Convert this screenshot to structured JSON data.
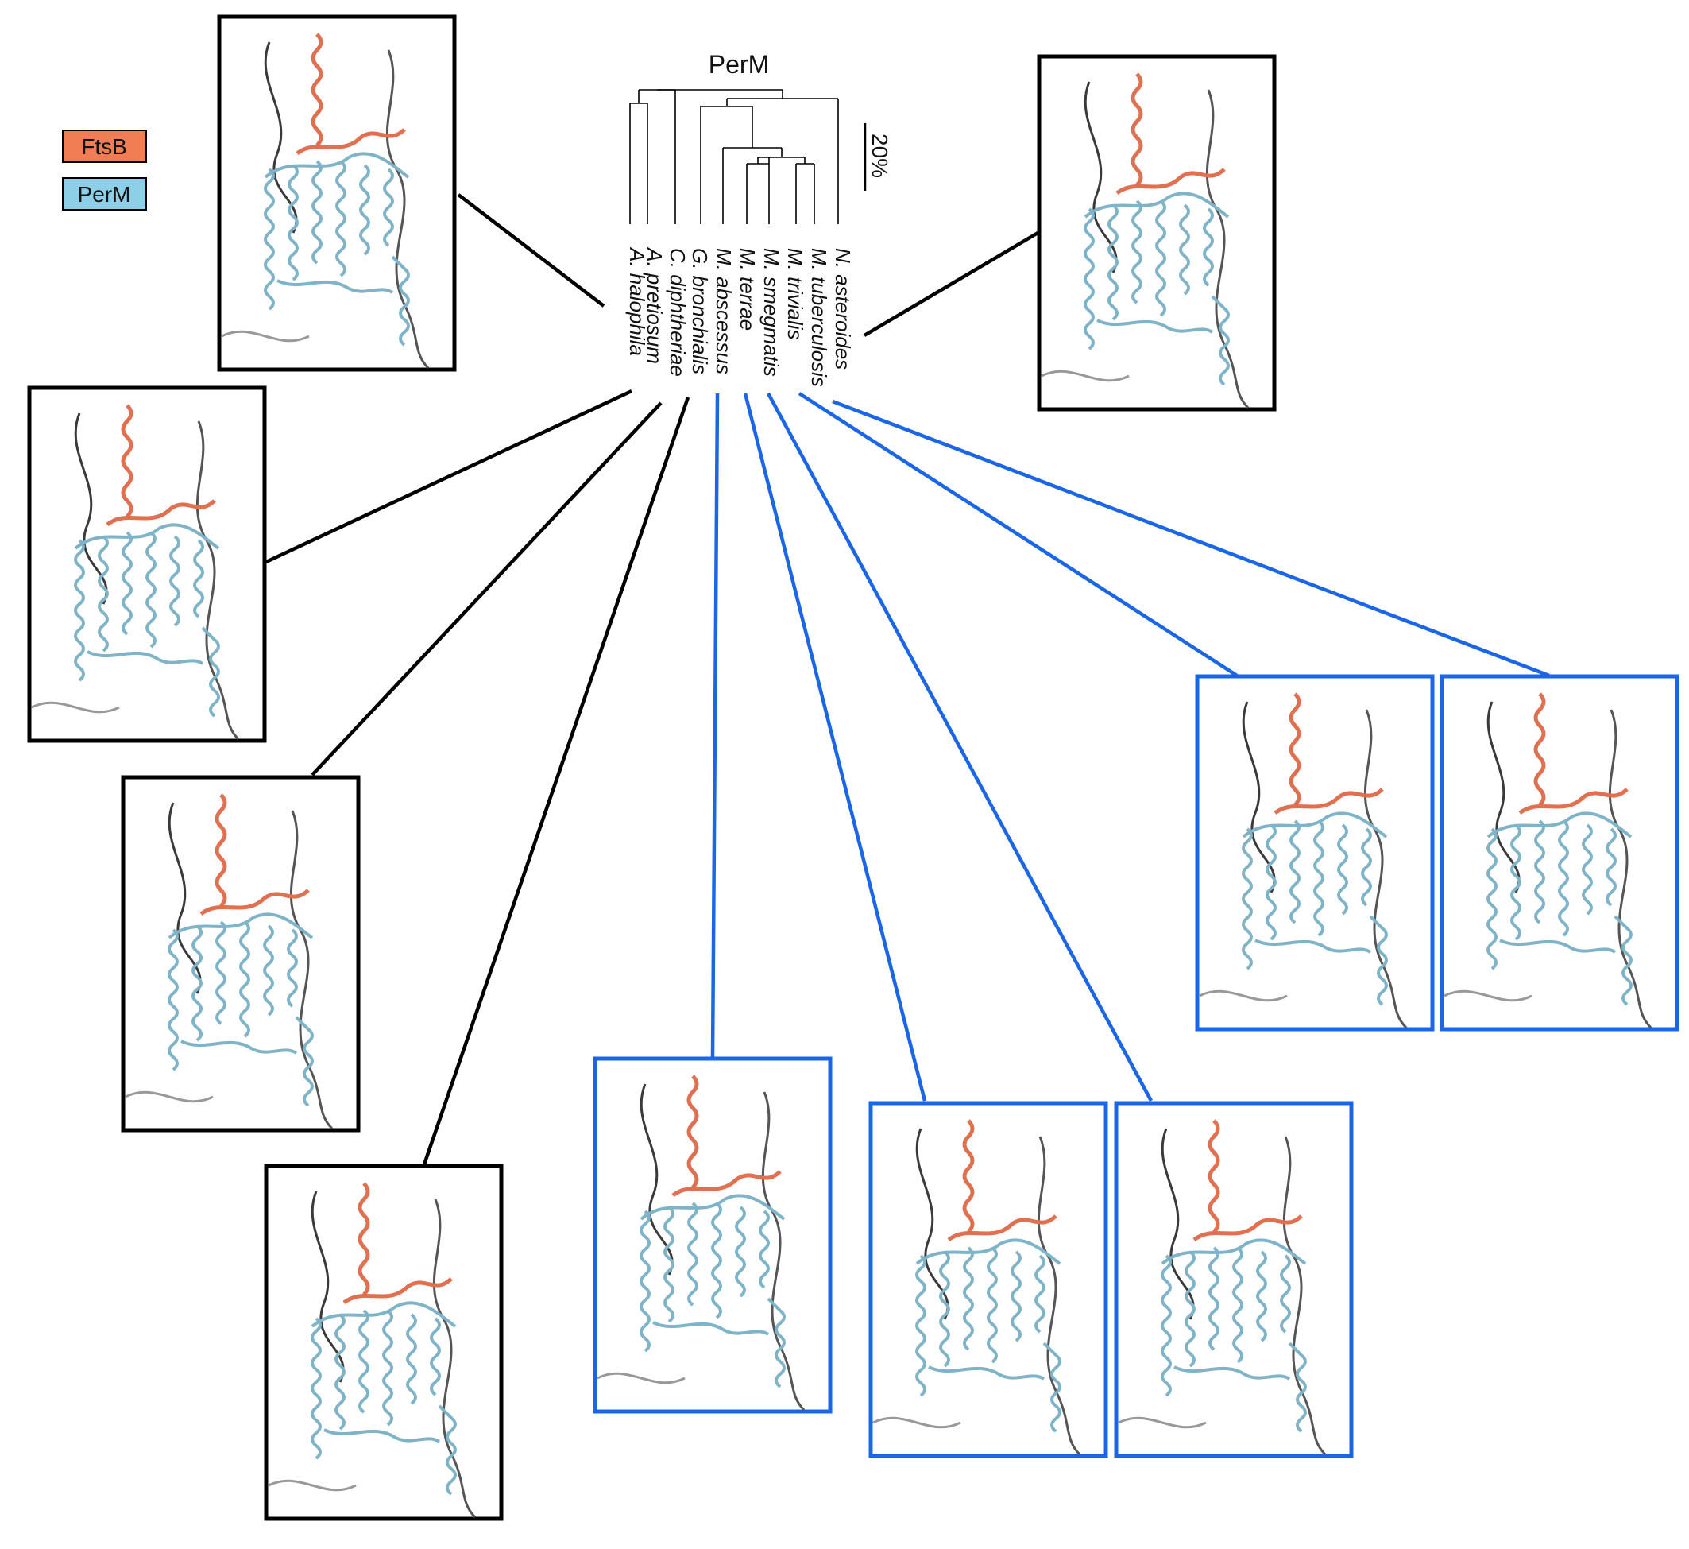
{
  "legend": {
    "items": [
      {
        "label": "FtsB",
        "color": "#f07d53"
      },
      {
        "label": "PerM",
        "color": "#8ecfe8"
      }
    ]
  },
  "tree": {
    "title": "PerM",
    "scale_label": "20%",
    "taxa": [
      "A. halophila",
      "A. pretiosum",
      "C. diphtheriae",
      "G. bronchialis",
      "M. abscessus",
      "M. terrae",
      "M. smegmatis",
      "M. trivialis",
      "M. tuberculosis",
      "N. asteroides"
    ]
  },
  "colors": {
    "black_group": "#000000",
    "blue_group": "#1a66e6",
    "ftsb": "#e07050",
    "perm": "#7fb4c8",
    "disordered": "#444444"
  },
  "icons": [
    "structure-panel-black",
    "structure-panel-blue"
  ]
}
